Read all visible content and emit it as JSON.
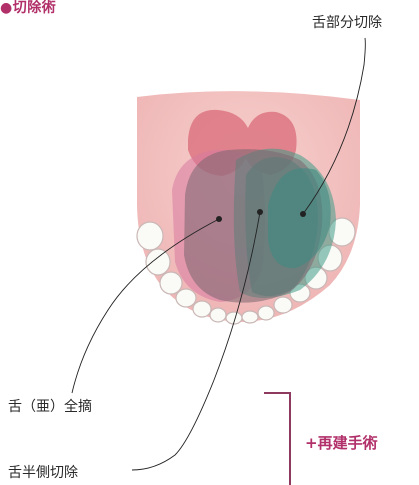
{
  "title": "切除術",
  "title_bullet": "●",
  "labels": {
    "partial_glossectomy": "舌部分切除",
    "subtotal_total_glossectomy": "舌（亜）全摘",
    "hemiglossectomy": "舌半側切除"
  },
  "reconstruction_label": "+再建手術",
  "colors": {
    "title": "#b2306a",
    "oral_background": "#f3c2c0",
    "tongue_region": "#7a6670",
    "teal_overlay": "#3f9a86",
    "pink_overlay": "#d97aa0",
    "bracket": "#8d3a5e"
  }
}
